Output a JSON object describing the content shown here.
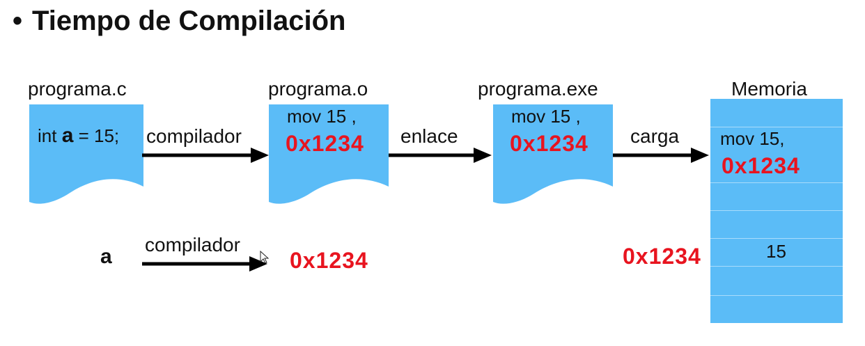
{
  "title": {
    "bullet": "•",
    "text": "Tiempo de Compilación"
  },
  "files": {
    "source": {
      "name": "programa.c",
      "code_prefix": "int ",
      "code_var": "a",
      "code_suffix": " = 15;"
    },
    "object": {
      "name": "programa.o",
      "line1": "mov 15 ,",
      "address": "0x1234"
    },
    "exe": {
      "name": "programa.exe",
      "line1": "mov 15 ,",
      "address": "0x1234"
    }
  },
  "memory": {
    "title": "Memoria",
    "instr_line1": "mov 15,",
    "instr_address": "0x1234",
    "value": "15",
    "address_label": "0x1234"
  },
  "arrows": {
    "compilador": "compilador",
    "enlace": "enlace",
    "carga": "carga"
  },
  "bottom": {
    "var": "a",
    "arrow_label": "compilador",
    "address": "0x1234"
  },
  "colors": {
    "doc_fill": "#5bbcf7",
    "address_red": "#e8141f"
  }
}
